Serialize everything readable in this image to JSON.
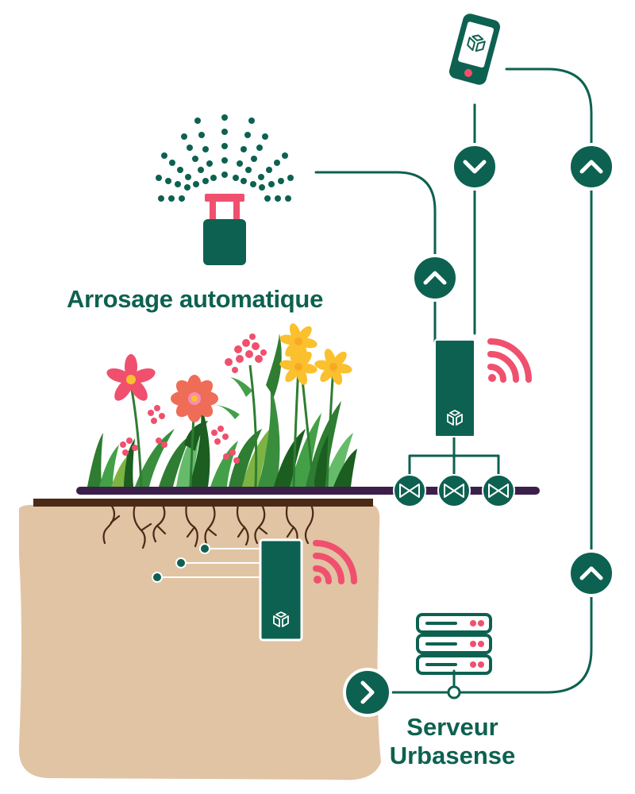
{
  "labels": {
    "irrigation": "Arrosage automatique",
    "server_line1": "Serveur",
    "server_line2": "Urbasense"
  },
  "colors": {
    "primary_green": "#0d6150",
    "accent_pink": "#f0506e",
    "soil": "#e0c4a4",
    "soil_dark": "#4a2a17",
    "pipe": "#3b1f4a"
  },
  "icons": {
    "smartphone": "smartphone-icon",
    "sprinkler": "sprinkler-icon",
    "server": "server-stack-icon",
    "wireless": "wireless-signal-icon",
    "valve": "valve-icon",
    "sensor": "soil-sensor-icon",
    "arrow_up": "chevron-up-icon",
    "arrow_down": "chevron-down-icon",
    "arrow_right": "chevron-right-icon"
  }
}
